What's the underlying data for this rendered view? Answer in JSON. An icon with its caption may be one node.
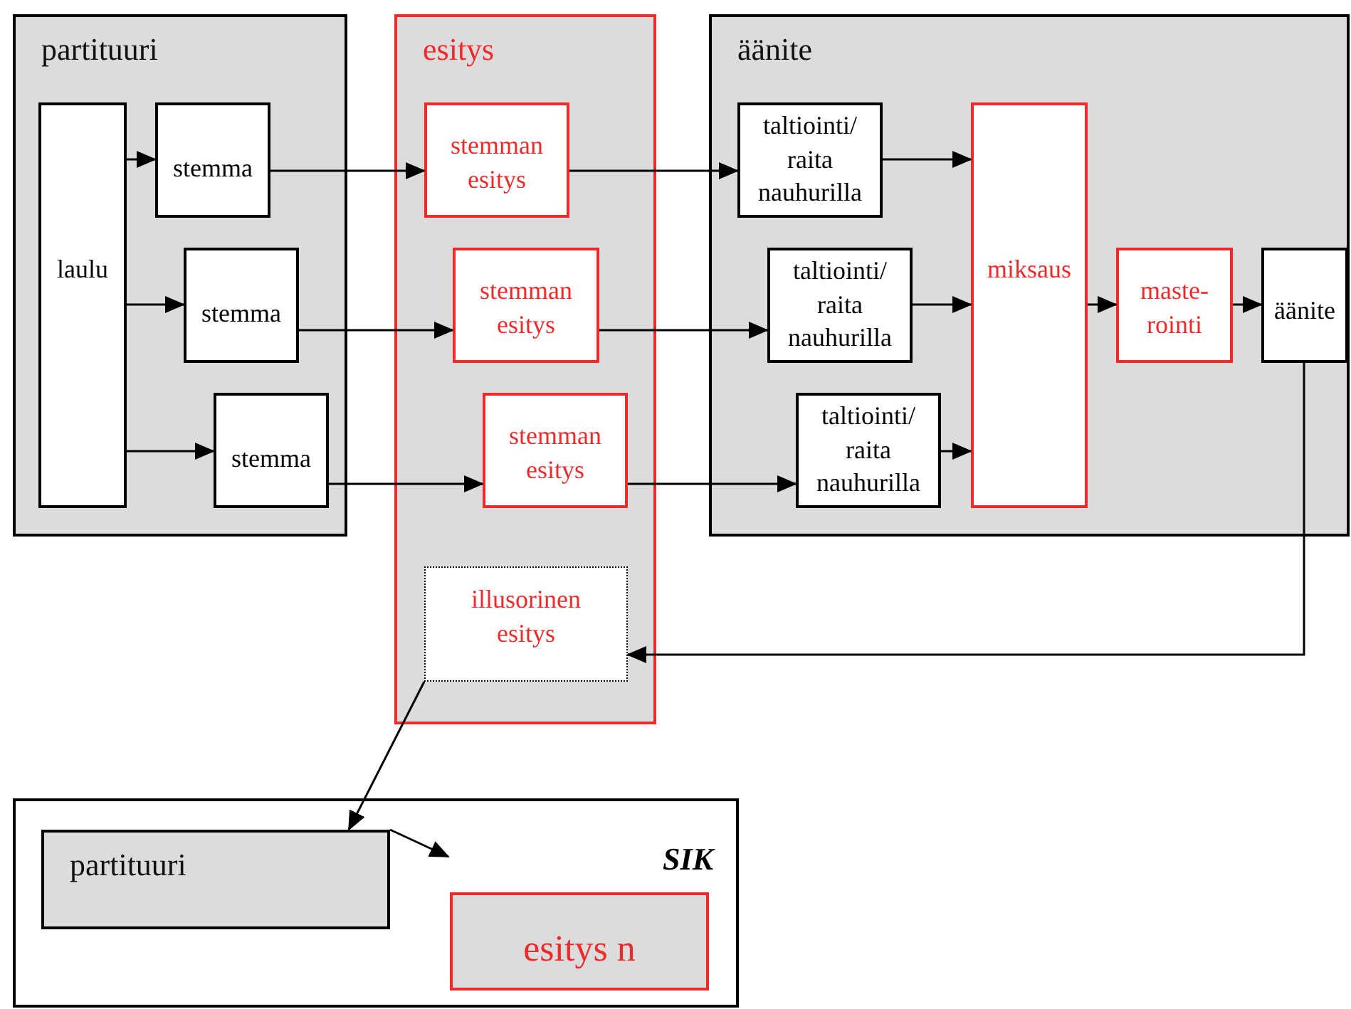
{
  "diagram": {
    "nodes": [
      {
        "text": [
          "partituuri"
        ]
      },
      {
        "text": [
          "laulu"
        ],
        "in": 0
      },
      {
        "text": [
          "stemma"
        ],
        "in": 0
      },
      {
        "text": [
          "stemma"
        ],
        "in": 0
      },
      {
        "text": [
          "stemma"
        ],
        "in": 0
      },
      {
        "text": [
          "esitys"
        ]
      },
      {
        "text": [
          "stemman esitys"
        ],
        "in": 5
      },
      {
        "text": [
          "stemman esitys"
        ],
        "in": 5
      },
      {
        "text": [
          "stemman esitys"
        ],
        "in": 5
      },
      {
        "text": [
          "illusorinen esitys"
        ],
        "in": 5
      },
      {
        "text": [
          "äänite"
        ]
      },
      {
        "text": [
          "taltiointi/ raita nauhurilla"
        ],
        "in": 10
      },
      {
        "text": [
          "taltiointi/ raita nauhurilla"
        ],
        "in": 10
      },
      {
        "text": [
          "taltiointi/ raita nauhurilla"
        ],
        "in": 10
      },
      {
        "text": [
          "miksaus"
        ],
        "in": 10
      },
      {
        "text": [
          "maste- rointi"
        ],
        "in": 10
      },
      {
        "text": [
          "äänite"
        ],
        "in": 10
      },
      {
        "text": [
          "SIK"
        ]
      },
      {
        "text": [
          "partituuri"
        ],
        "in": 17
      },
      {
        "text": [
          "esitys n"
        ],
        "in": 17
      }
    ],
    "edges": [
      {
        "from": 1,
        "to": 2,
        "arrow": "to"
      },
      {
        "from": 1,
        "to": 3,
        "arrow": "to"
      },
      {
        "from": 1,
        "to": 4,
        "arrow": "to"
      },
      {
        "from": 2,
        "to": 6,
        "arrow": "to"
      },
      {
        "from": 3,
        "to": 7,
        "arrow": "to"
      },
      {
        "from": 4,
        "to": 8,
        "arrow": "to"
      },
      {
        "from": 6,
        "to": 11,
        "arrow": "to"
      },
      {
        "from": 7,
        "to": 12,
        "arrow": "to"
      },
      {
        "from": 8,
        "to": 13,
        "arrow": "to"
      },
      {
        "from": 11,
        "to": 14,
        "arrow": "to"
      },
      {
        "from": 12,
        "to": 14,
        "arrow": "to"
      },
      {
        "from": 13,
        "to": 14,
        "arrow": "to"
      },
      {
        "from": 14,
        "to": 15,
        "arrow": "to"
      },
      {
        "from": 15,
        "to": 16,
        "arrow": "to"
      },
      {
        "from": 16,
        "to": 9,
        "arrow": "to"
      },
      {
        "from": 9,
        "to": 18,
        "arrow": "to"
      },
      {
        "from": 18,
        "to": 19,
        "arrow": "to"
      }
    ]
  }
}
